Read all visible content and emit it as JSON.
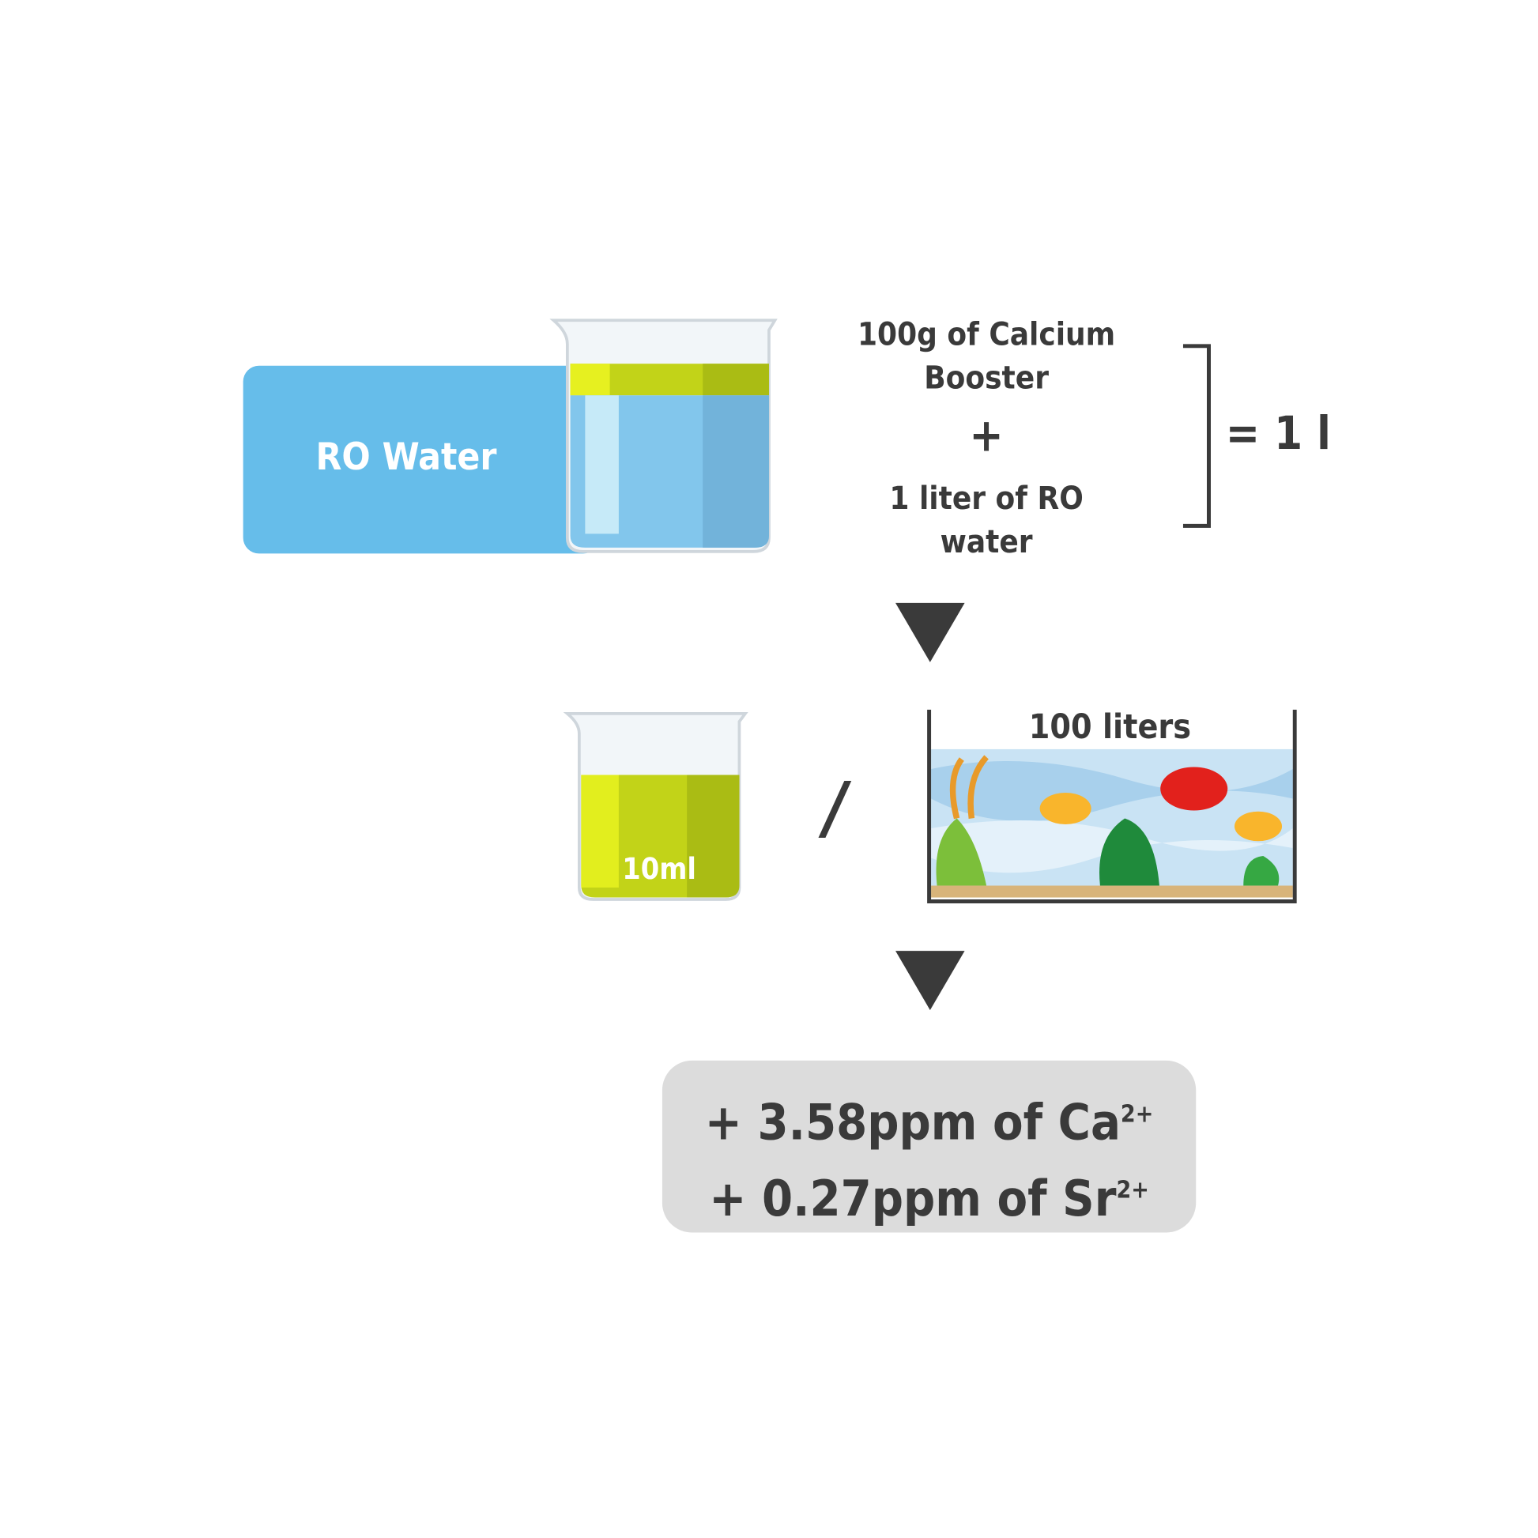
{
  "ro_box": {
    "label": "RO Water"
  },
  "recipe": {
    "line1": "100g of Calcium",
    "line2": "Booster",
    "plus": "+",
    "line3": "1 liter of RO",
    "line4": "water",
    "equals": "= 1 l"
  },
  "dose": {
    "beaker_label": "10ml",
    "divider": "/",
    "tank_label": "100 liters"
  },
  "result": {
    "line1_prefix": "+ 3.58ppm of Ca",
    "line1_sup": "2+",
    "line2_prefix": "+ 0.27ppm of Sr",
    "line2_sup": "2+"
  },
  "colors": {
    "ro_blue": "#66bdea",
    "solution_green": "#c2d318",
    "arrow": "#3a3a3a",
    "result_bg": "#dcdcdc"
  }
}
